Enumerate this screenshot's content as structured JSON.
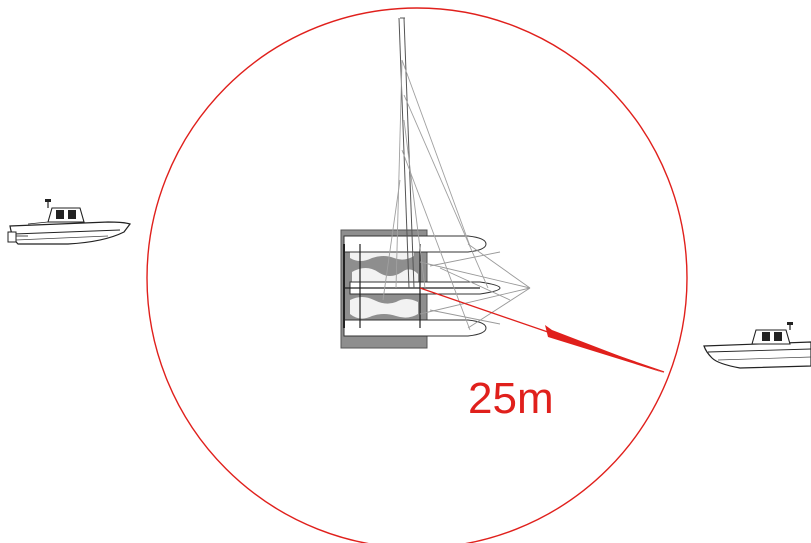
{
  "safety_zone": {
    "radius_label": "25m",
    "color": "#e0201c"
  },
  "boats": [
    {
      "name": "left-motorboat"
    },
    {
      "name": "right-motorboat"
    }
  ],
  "catamaran": {
    "description_icon": "catamaran-top-view-icon"
  }
}
